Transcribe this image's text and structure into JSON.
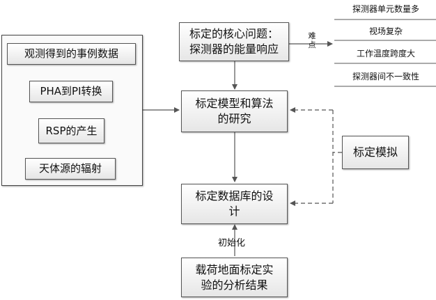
{
  "outer_group": {
    "steps": [
      "观测得到的事例数据",
      "PHA到PI转换",
      "RSP的产生",
      "天体源的辐射"
    ]
  },
  "core_problem": {
    "line1": "标定的核心问题：",
    "line2": "探测器的能量响应"
  },
  "difficulty_label": {
    "char1": "难",
    "char2": "点"
  },
  "difficulties": [
    "探测器单元数量多",
    "视场复杂",
    "工作温度跨度大",
    "探测器间不一致性"
  ],
  "model_box": {
    "line1": "标定模型和算法",
    "line2": "的研究"
  },
  "simulation_box": {
    "label": "标定模拟"
  },
  "database_box": {
    "line1": "标定数据库的设",
    "line2": "计"
  },
  "init_label": "初始化",
  "ground_box": {
    "line1": "载荷地面标定实",
    "line2": "验的分析结果"
  }
}
